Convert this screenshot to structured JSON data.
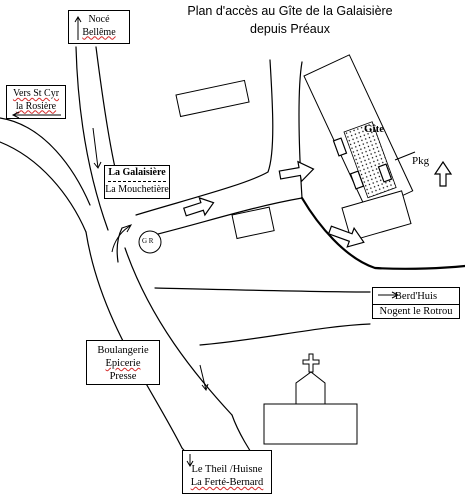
{
  "title": {
    "line1": "Plan d'accès au Gîte de la Galaisière",
    "line2": "depuis Préaux"
  },
  "signs": {
    "noce": {
      "line1": "Nocé",
      "line2": "Bellême"
    },
    "vers_st_cyr": {
      "line1": "Vers St Cyr",
      "line2": "la Rosière"
    },
    "la_galaisiere": {
      "line1": "La Galaisière",
      "line2": "La Mouchetière"
    },
    "boulangerie": {
      "line1": "Boulangerie",
      "line2": "Epicerie",
      "line3": "Presse"
    },
    "berd_huis": {
      "line1": "Berd'Huis",
      "line2": "Nogent le Rotrou"
    },
    "le_theil": {
      "line1": "Le Theil /Huisne",
      "line2": "La Ferté-Bernard"
    }
  },
  "labels": {
    "gite": "Gîte",
    "pkg": "Pkg",
    "gr": "G R"
  },
  "icons": {
    "church": "church-cross-icon",
    "arrows": "direction-arrow-icon"
  },
  "colors": {
    "ink": "#000000",
    "accent_underline": "#d42a2a"
  }
}
